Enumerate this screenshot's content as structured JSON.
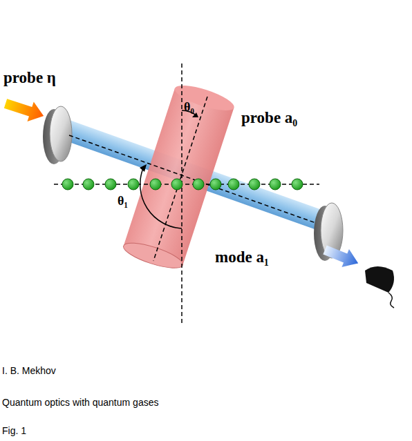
{
  "diagram": {
    "labels": [
      "probe η",
      "probe a₀",
      "mode a₁",
      "θ₀",
      "θ₁",
      "I. B. Mekhov",
      "Quantum optics with quantum gases",
      "Fig. 1"
    ]
  }
}
